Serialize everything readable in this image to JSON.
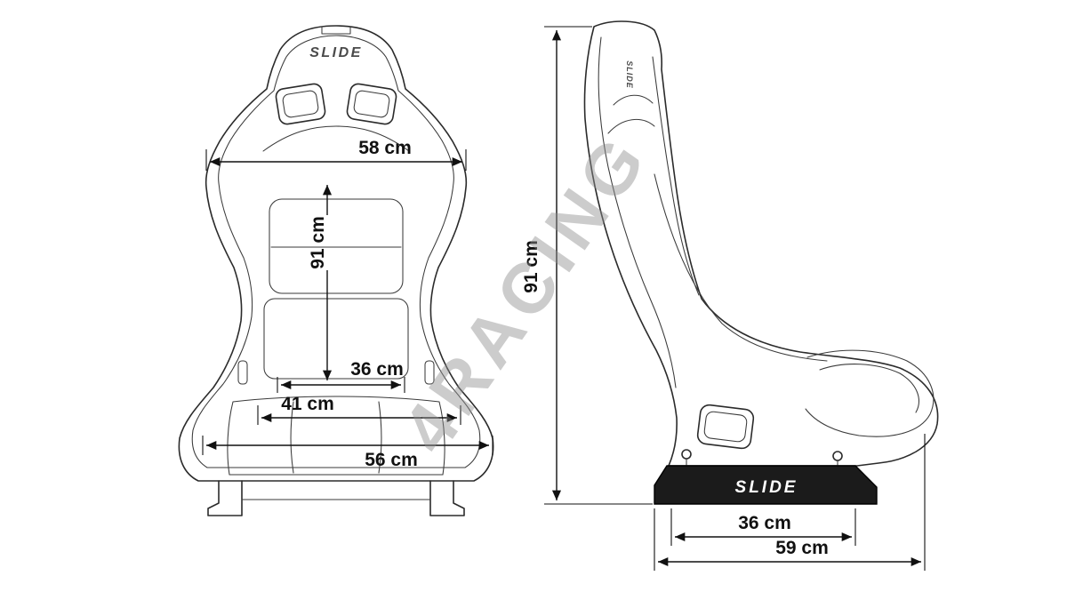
{
  "watermark": "4RACING",
  "front": {
    "logo": "SLIDE",
    "dims": {
      "shoulder_width": "58 cm",
      "height": "91 cm",
      "inner_seat_width": "36 cm",
      "mid_seat_width": "41 cm",
      "outer_seat_width": "56 cm"
    }
  },
  "side": {
    "base_logo": "SLIDE",
    "headrest_logo": "SLIDE",
    "dims": {
      "height": "91 cm",
      "base_length": "36 cm",
      "total_depth": "59 cm"
    }
  }
}
